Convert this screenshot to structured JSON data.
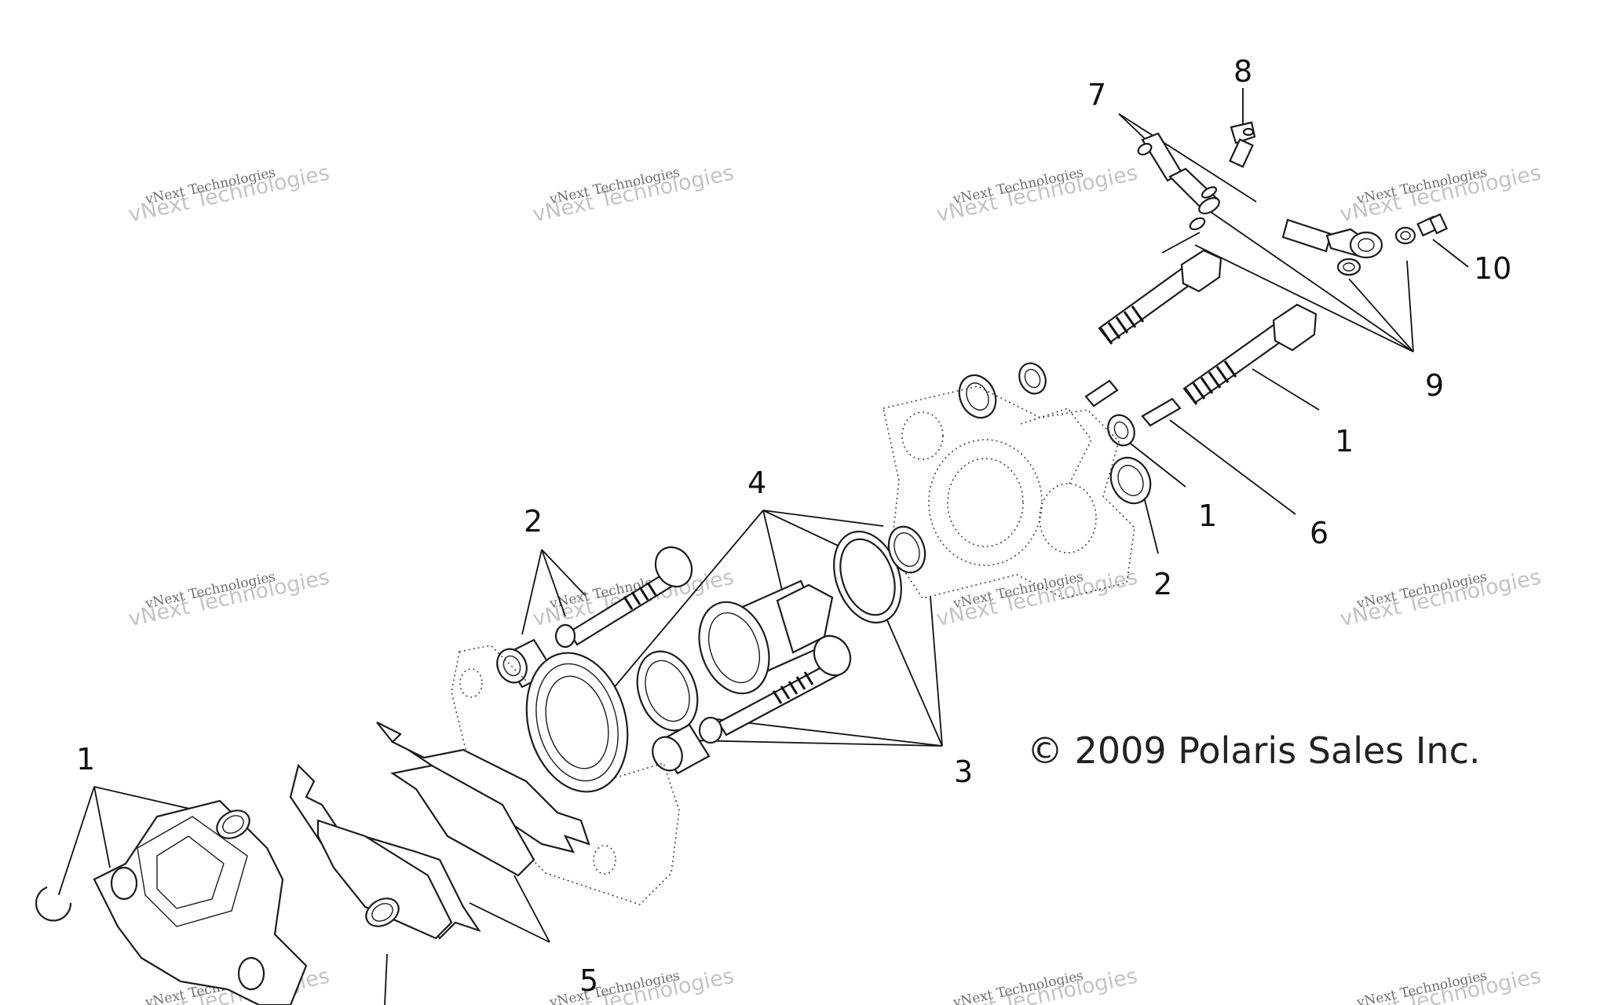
{
  "copyright": "© 2009 Polaris Sales Inc.",
  "watermark": {
    "line1": "vNext Technologies",
    "line2": "vNext Technologies"
  },
  "callouts": [
    {
      "id": "7",
      "label": "7"
    },
    {
      "id": "8",
      "label": "8"
    },
    {
      "id": "10",
      "label": "10"
    },
    {
      "id": "9",
      "label": "9"
    },
    {
      "id": "1a",
      "label": "1"
    },
    {
      "id": "1b",
      "label": "1"
    },
    {
      "id": "6",
      "label": "6"
    },
    {
      "id": "2a",
      "label": "2"
    },
    {
      "id": "4",
      "label": "4"
    },
    {
      "id": "2b",
      "label": "2"
    },
    {
      "id": "3",
      "label": "3"
    },
    {
      "id": "1c",
      "label": "1"
    },
    {
      "id": "5",
      "label": "5"
    }
  ]
}
